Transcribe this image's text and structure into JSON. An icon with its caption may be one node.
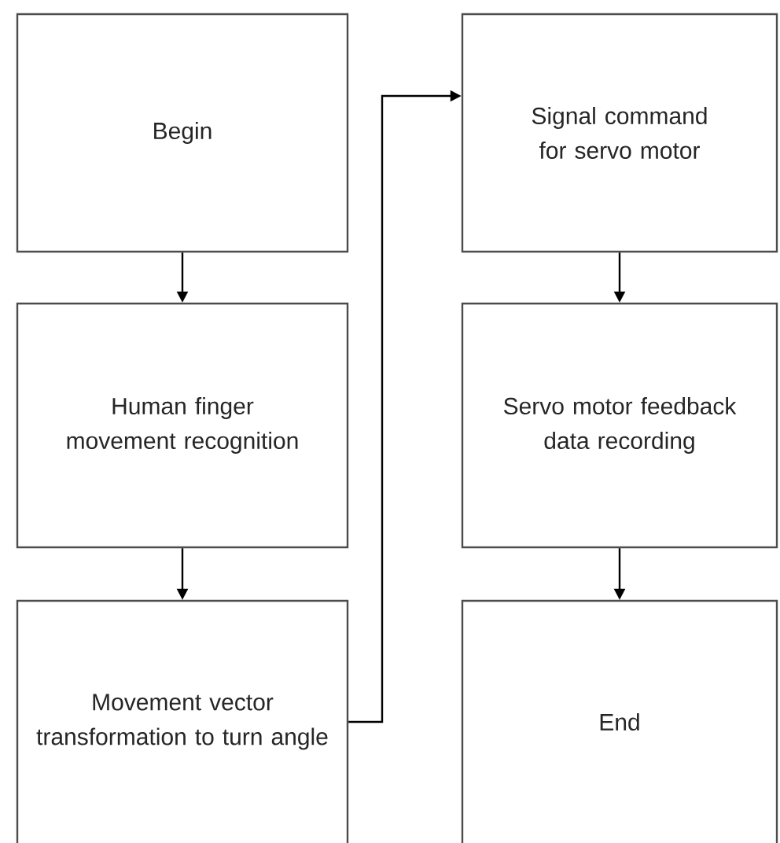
{
  "diagram": {
    "nodes": [
      {
        "text": [
          "Begin"
        ]
      },
      {
        "text": [
          "Human finger movement recognition"
        ]
      },
      {
        "text": [
          "Movement vector transformation to turn angle"
        ]
      },
      {
        "text": [
          "Signal command for servo motor"
        ]
      },
      {
        "text": [
          "Servo motor feedback data recording"
        ]
      },
      {
        "text": [
          "End"
        ]
      }
    ],
    "edges": [
      {
        "from": 0,
        "to": 1,
        "arrow": "to"
      },
      {
        "from": 1,
        "to": 2,
        "arrow": "to"
      },
      {
        "from": 2,
        "to": 3,
        "arrow": "to"
      },
      {
        "from": 3,
        "to": 4,
        "arrow": "to"
      },
      {
        "from": 4,
        "to": 5,
        "arrow": "to"
      }
    ]
  }
}
